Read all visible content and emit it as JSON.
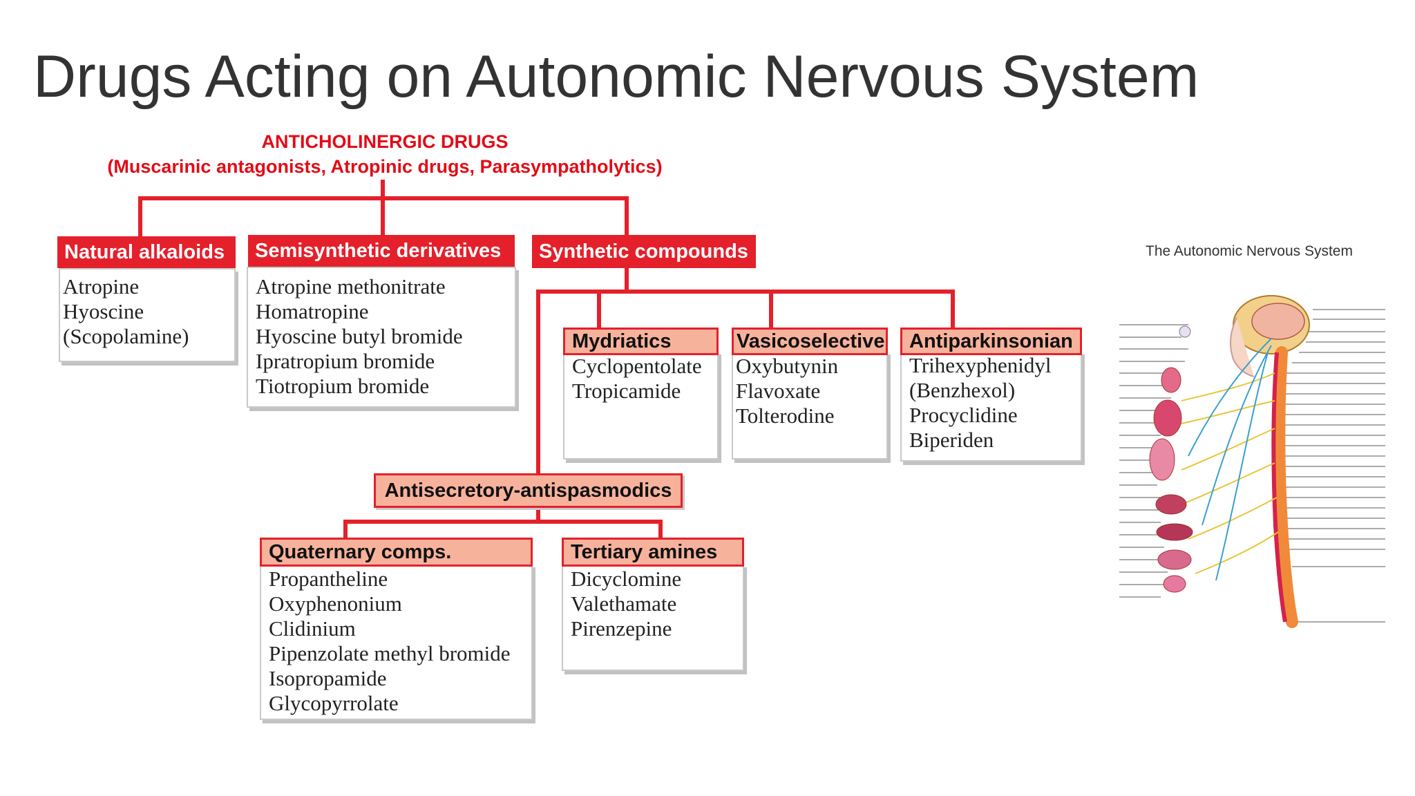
{
  "slide": {
    "title": "Drugs Acting on Autonomic Nervous System"
  },
  "diagram": {
    "root": {
      "title": "ANTICHOLINERGIC DRUGS",
      "subtitle": "(Muscarinic antagonists, Atropinic drugs, Parasympatholytics)"
    },
    "natural": {
      "label": "Natural alkaloids",
      "items": [
        "Atropine",
        "Hyoscine",
        "(Scopolamine)"
      ]
    },
    "semisynthetic": {
      "label": "Semisynthetic derivatives",
      "items": [
        "Atropine methonitrate",
        "Homatropine",
        "Hyoscine butyl bromide",
        "Ipratropium bromide",
        "Tiotropium bromide"
      ]
    },
    "synthetic": {
      "label": "Synthetic compounds"
    },
    "mydriatics": {
      "label": "Mydriatics",
      "items": [
        "Cyclopentolate",
        "Tropicamide"
      ]
    },
    "vasicoselective": {
      "label": "Vasicoselective",
      "items": [
        "Oxybutynin",
        "Flavoxate",
        "Tolterodine"
      ]
    },
    "antiparkinsonian": {
      "label": "Antiparkinsonian",
      "items": [
        "Trihexyphenidyl",
        "(Benzhexol)",
        "Procyclidine",
        "Biperiden"
      ]
    },
    "antisecretory": {
      "label": "Antisecretory-antispasmodics"
    },
    "quaternary": {
      "label": "Quaternary comps.",
      "items": [
        "Propantheline",
        "Oxyphenonium",
        "Clidinium",
        "Pipenzolate methyl bromide",
        "Isopropamide",
        "Glycopyrrolate"
      ]
    },
    "tertiary": {
      "label": "Tertiary amines",
      "items": [
        "Dicyclomine",
        "Valethamate",
        "Pirenzepine"
      ]
    }
  },
  "illustration": {
    "caption": "The Autonomic Nervous System"
  },
  "colors": {
    "accent_red": "#e4202b",
    "salmon": "#f7b29c",
    "title_gray": "#333333"
  }
}
